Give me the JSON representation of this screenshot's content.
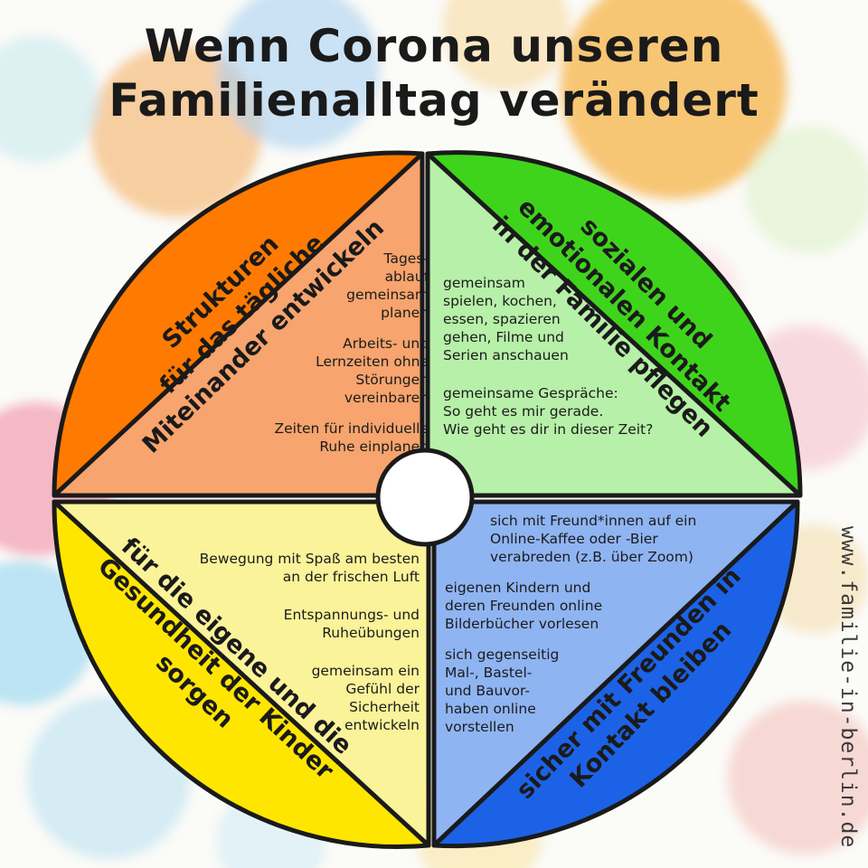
{
  "title": {
    "line1": "Wenn Corona unseren",
    "line2": "Familienalltag verändert"
  },
  "quadrants": {
    "top_left": {
      "heading": [
        "Strukturen",
        "für das tägliche",
        "Miteinander entwickeln"
      ],
      "items": [
        [
          "Tages-",
          "ablauf",
          "gemeinsam",
          "planen"
        ],
        [
          "Arbeits- und",
          "Lernzeiten ohne",
          "Störungen",
          "vereinbaren"
        ],
        [
          "Zeiten für individuelle",
          "Ruhe einplanen"
        ]
      ],
      "outer_color": "#ff7a00",
      "inner_color": "#f7a46e"
    },
    "top_right": {
      "heading": [
        "sozialen und",
        "emotionalen Kontakt",
        "in der Familie pflegen"
      ],
      "items": [
        [
          "gemeinsam",
          "spielen, kochen,",
          "essen, spazieren",
          "gehen, Filme und",
          "Serien anschauen"
        ],
        [
          "gemeinsame Gespräche:",
          "So geht es mir gerade.",
          "Wie geht es dir in dieser Zeit?"
        ]
      ],
      "outer_color": "#3fd41c",
      "inner_color": "#b7f0a8"
    },
    "bottom_left": {
      "heading": [
        "für die eigene und die",
        "Gesundheit der Kinder",
        "sorgen"
      ],
      "items": [
        [
          "Bewegung mit Spaß am besten",
          "an der frischen Luft"
        ],
        [
          "Entspannungs- und",
          "Ruheübungen"
        ],
        [
          "gemeinsam ein",
          "Gefühl der",
          "Sicherheit",
          "entwickeln"
        ]
      ],
      "outer_color": "#ffe600",
      "inner_color": "#fbf39a"
    },
    "bottom_right": {
      "heading": [
        "sicher mit Freunden in",
        "Kontakt bleiben"
      ],
      "items": [
        [
          "sich mit Freund*innen auf ein",
          "Online-Kaffee oder -Bier",
          "verabreden (z.B. über Zoom)"
        ],
        [
          "eigenen Kindern und",
          "deren Freunden online",
          "Bilderbücher vorlesen"
        ],
        [
          "sich gegenseitig",
          "Mal-, Bastel-",
          "und Bauvor-",
          "haben online",
          "vorstellen"
        ]
      ],
      "outer_color": "#1c62e6",
      "inner_color": "#8fb4f2"
    }
  },
  "footer": {
    "url": "www.familie-in-berlin.de"
  }
}
